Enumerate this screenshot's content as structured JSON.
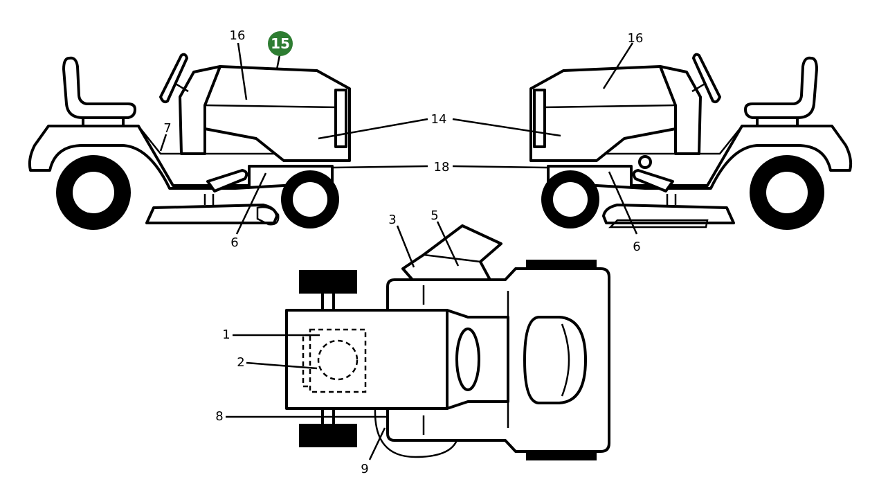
{
  "callouts": {
    "c16_left": "16",
    "c15": "15",
    "c7": "7",
    "c14": "14",
    "c18": "18",
    "c6_left": "6",
    "c16_right": "16",
    "c6_right": "6",
    "c3": "3",
    "c5": "5",
    "c1": "1",
    "c2": "2",
    "c8": "8",
    "c9": "9"
  },
  "colors": {
    "highlight_badge": "#2e7d32",
    "line": "#000000",
    "background": "#ffffff"
  }
}
